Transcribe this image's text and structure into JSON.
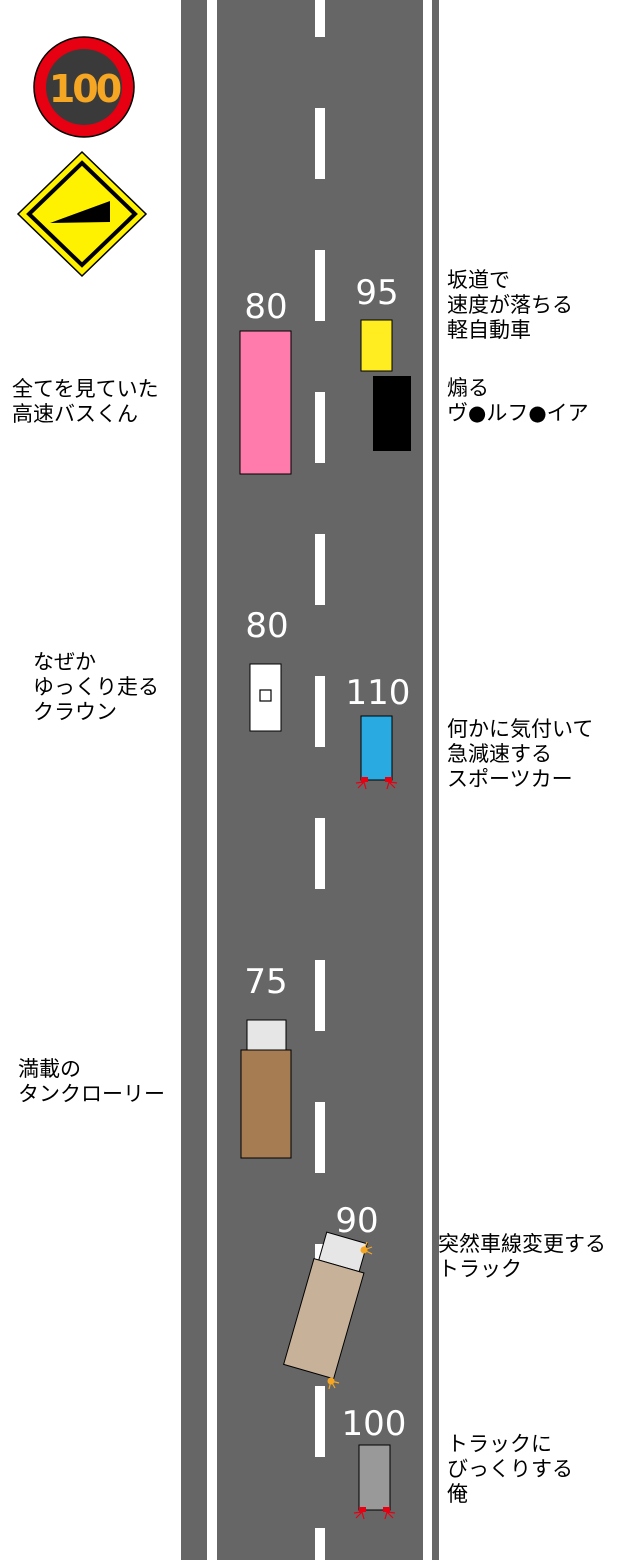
{
  "signs": {
    "speed_limit": "100",
    "colors": {
      "ring": "#e60012",
      "face": "#3a3a3a",
      "digits": "#f5a623",
      "warning": "#fff200"
    },
    "warning_icon": "slope-warning-icon"
  },
  "colors": {
    "road": "#666666",
    "line": "#ffffff"
  },
  "vehicles": [
    {
      "id": "bus",
      "speed": "80",
      "color": "#ff7bac",
      "label": "全てを見ていた\n高速バスくん"
    },
    {
      "id": "kei",
      "speed": "95",
      "color": "#ffed22",
      "label": "坂道で\n速度が落ちる\n軽自動車"
    },
    {
      "id": "vellfire",
      "color": "#000000",
      "label": "煽る\nヴ●ルフ●イア"
    },
    {
      "id": "crown",
      "speed": "80",
      "color": "#ffffff",
      "label": "なぜか\nゆっくり走る\nクラウン"
    },
    {
      "id": "sports",
      "speed": "110",
      "color": "#29abe2",
      "label": "何かに気付いて\n急減速する\nスポーツカー"
    },
    {
      "id": "tanker",
      "speed": "75",
      "color": "#a67c52",
      "label": "満載の\nタンクローリー"
    },
    {
      "id": "truck",
      "speed": "90",
      "color": "#c7b299",
      "label": "突然車線変更する\nトラック"
    },
    {
      "id": "me",
      "speed": "100",
      "color": "#999999",
      "label": "トラックに\nびっくりする\n俺"
    }
  ]
}
